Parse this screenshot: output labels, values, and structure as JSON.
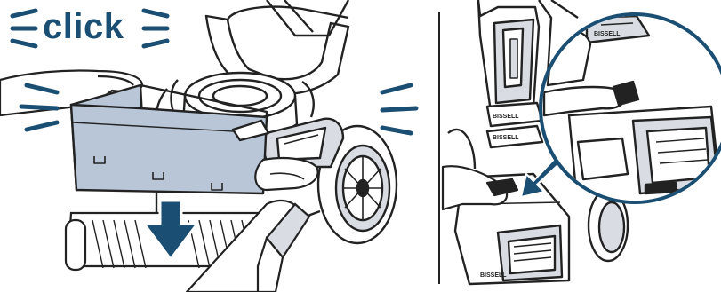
{
  "click_callout": {
    "text": "click"
  },
  "brand_marks": [
    "BISSELL",
    "BISSELL",
    "BISSELL",
    "BISSELL"
  ],
  "colors": {
    "accent": "#1a4e73",
    "line": "#222222",
    "tray_fill": "#b8c6d8",
    "gray_fill": "#d9dde3",
    "background": "#ffffff"
  },
  "icons": {
    "sound": "sound-wave-icon",
    "down_arrow": "down-arrow-icon",
    "release_arrow": "diagonal-arrow-icon",
    "magnifier": "magnifier-circle-icon"
  }
}
